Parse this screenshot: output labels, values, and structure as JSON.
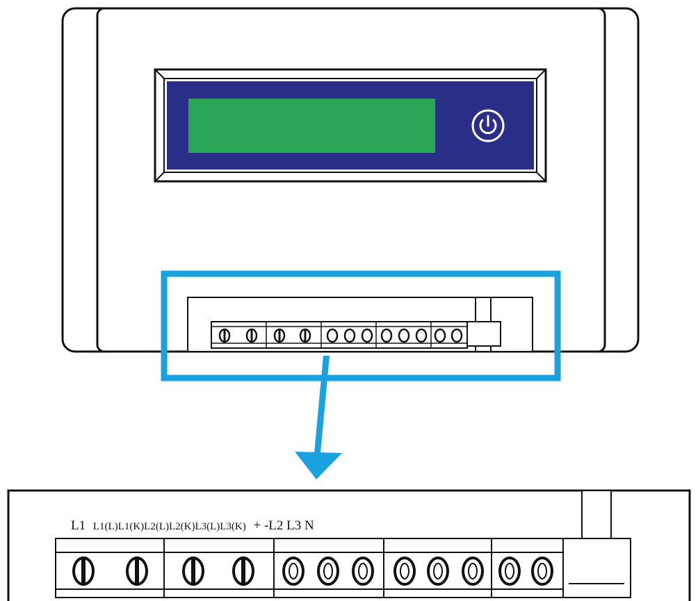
{
  "device": {
    "display_color": "#2aa556",
    "panel_color": "#2b2e86",
    "highlight_color": "#1aa2e0",
    "power_icon": "power-icon"
  },
  "terminal_labels": {
    "primary": "L1",
    "inputs": "L1(L)L1(K)L2(L)L2(K)L3(L)L3(K)",
    "rest": "+ -L2 L3 N"
  }
}
